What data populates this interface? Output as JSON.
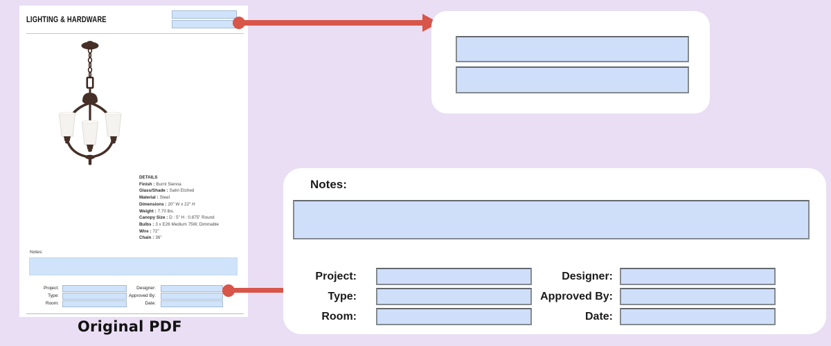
{
  "caption": "Original PDF",
  "colors": {
    "background": "#e9def3",
    "arrow": "#d8554a",
    "field_blue": "#cfdffa",
    "pdf_field_blue": "#cfe3fa"
  },
  "pdf": {
    "title": "LIGHTING & HARDWARE",
    "details": {
      "heading": "DETAILS",
      "rows": [
        {
          "label": "Finish :",
          "value": "Burnt Sienna"
        },
        {
          "label": "Glass/Shade :",
          "value": "Satin Etched"
        },
        {
          "label": "Material :",
          "value": "Steel"
        },
        {
          "label": "Dimensions :",
          "value": "20\" W x 22\" H"
        },
        {
          "label": "Weight :",
          "value": "7.70 lbs."
        },
        {
          "label": "Canopy Size :",
          "value": "D : 5\" H : 0.875\" Round"
        },
        {
          "label": "Bulbs :",
          "value": "3 x E26 Medium 75W, Dimmable"
        },
        {
          "label": "Wire :",
          "value": "72\""
        },
        {
          "label": "Chain :",
          "value": "36\""
        }
      ]
    }
  },
  "form": {
    "notes_label": "Notes:",
    "left": [
      "Project:",
      "Type:",
      "Room:"
    ],
    "right": [
      "Designer:",
      "Approved By:",
      "Date:"
    ]
  },
  "icons": {
    "arrow_top": "right-arrow-connector",
    "arrow_bottom": "right-arrow-connector",
    "product_image": "chandelier-3-light"
  }
}
